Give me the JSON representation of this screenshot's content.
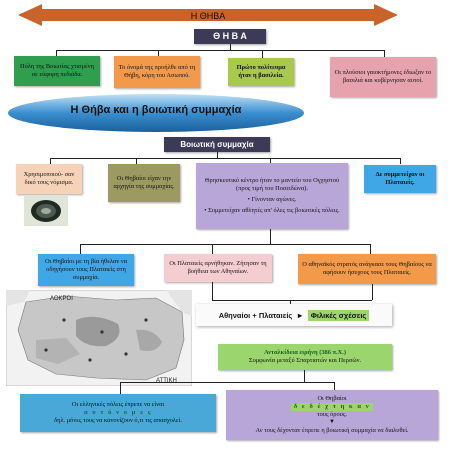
{
  "colors": {
    "top_arrow": "#c8632a",
    "title_box": "#3b3b58",
    "green": "#2f9e4f",
    "orange": "#f29a4a",
    "yellow_green": "#a9c94a",
    "pink": "#e7a3ad",
    "banner": "#3a8fd0",
    "peach": "#f6d3b8",
    "olive": "#9c9a60",
    "lavender": "#b9a6d8",
    "light_blue": "#3fa7e6",
    "light_pink": "#f3cdcf",
    "light_green": "#9bd56d",
    "sky": "#4aa8d8"
  },
  "top": {
    "arrow_label": "Η ΘΗΒΑ",
    "title": "Θ Η Β Α",
    "boxes": [
      "Πόλη της Βοιωτίας χτισμένη σε εύφορη πεδιάδα.",
      "Το όνομά της προήλθε από τη Θήβη, κόρη του Ασωπού.",
      "Πρώτο πολίτευμα ήταν η βασιλεία.",
      "Οι πλούσιοι γαιοκτήμονες έδιωξαν το βασιλιά και κυβέρνησαν αυτοί."
    ]
  },
  "banner": "Η Θήβα και η βοιωτική συμμαχία",
  "alliance": {
    "title": "Βοιωτική συμμαχία",
    "box1": "Χρησιμοποιού- σαν δικό τους νόμισμα.",
    "box2": "Οι Θηβαίοι είχαν την αρχηγία της συμμαχίας.",
    "box3_line1": "Θρησκευτικό κέντρο ήταν το μαντείο του Ογχηστού (προς τιμή του Ποσειδώνα).",
    "box3_line2": "Γίνονταν αγώνες.",
    "box3_line3": "Συμμετείχαν αθλητές απ' όλες τις βοιωτικές πόλεις.",
    "box4": "Δε συμμετείχαν οι Πλαταιείς."
  },
  "plataea": {
    "box1": "Οι Θηβαίοι με τη βία ήθελαν να οδηγήσουν τους Πλαταιείς στη συμμαχία.",
    "box2": "Οι Πλαταιείς αρνήθηκαν. Ζήτησαν τη βοήθεια των Αθηναίων.",
    "box3": "Ο αθηναϊκός στρατός ανάγκασε τους Θηβαίους να αφήσουν ήσυχους τους Πλαταιείς."
  },
  "map": {
    "label_top": "ΛΟΚΡΟΙ",
    "label_bottom": "ΑΤΤΙΚΗ"
  },
  "relations": {
    "left": "Αθηναίοι + Πλαταιείς",
    "right": "Φιλικές σχέσεις"
  },
  "peace": {
    "title": "Ανταλκίδεια ειρήνη (386 π.Χ.)",
    "subtitle": "Συμφωνία μεταξύ Σπαρτιατών και Περσών."
  },
  "bottom": {
    "left_line1": "Οι ελληνικές πόλεις έπρεπε να είναι",
    "left_word": "α υ τ ό ν ο μ ε ς",
    "left_line2": "δηλ. μόνες τους να κανονίζουν ό,τι τις απασχολεί.",
    "right_line1": "Οι Θηβαίοι",
    "right_word": "δ ε  δ έ χ τ η κ α ν",
    "right_line2": "τους όρους.",
    "right_line3": "Αν τους δέχονταν έπρεπε η βοιωτική συμμαχία να διαλυθεί."
  }
}
